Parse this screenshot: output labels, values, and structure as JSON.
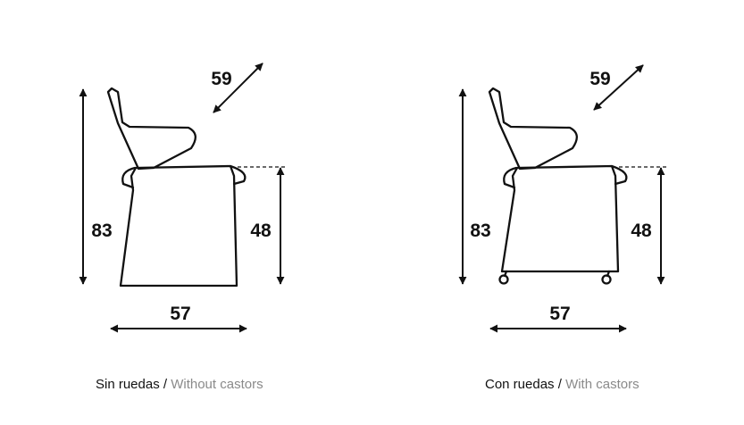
{
  "views": [
    {
      "dims": {
        "height": "83",
        "depth": "59",
        "seat_height": "48",
        "width": "57"
      },
      "caption": {
        "es": "Sin ruedas /",
        "en": "Without castors"
      }
    },
    {
      "dims": {
        "height": "83",
        "depth": "59",
        "seat_height": "48",
        "width": "57"
      },
      "caption": {
        "es": "Con ruedas /",
        "en": "With castors"
      }
    }
  ],
  "colors": {
    "line": "#111111",
    "caption_secondary": "#8a8a8a"
  }
}
